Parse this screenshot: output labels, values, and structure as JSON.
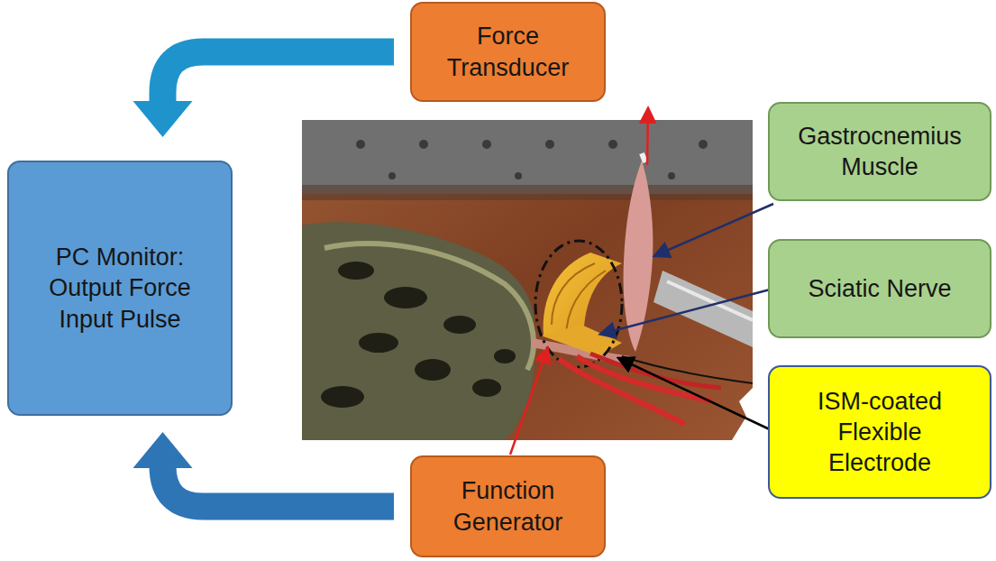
{
  "diagram": {
    "nodes": [
      {
        "text": [
          "Force Transducer"
        ]
      },
      {
        "text": [
          "Gastrocnemius Muscle"
        ]
      },
      {
        "text": [
          "PC Monitor: Output Force Input Pulse"
        ]
      },
      {
        "text": [
          "Sciatic Nerve"
        ]
      },
      {
        "text": [
          "ISM-coated Flexible Electrode"
        ]
      },
      {
        "text": [
          "Function Generator"
        ]
      }
    ],
    "edges": [
      {
        "from": 0,
        "to": 2,
        "arrow": "to"
      },
      {
        "from": 5,
        "to": 2,
        "arrow": "to"
      }
    ]
  }
}
